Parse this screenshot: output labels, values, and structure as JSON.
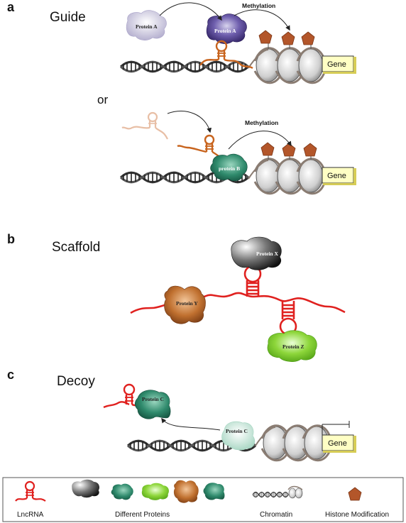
{
  "panels": {
    "a": {
      "letter": "a",
      "title": "Guide",
      "or": "or",
      "methylation_1": "Methylation",
      "methylation_2": "Methylation",
      "protein_a_1": "Protein A",
      "protein_a_2": "Protein A",
      "protein_b": "protein B",
      "gene_1": "Gene",
      "gene_2": "Gene"
    },
    "b": {
      "letter": "b",
      "title": "Scaffold",
      "protein_x": "Protein X",
      "protein_y": "Protein Y",
      "protein_z": "Protein Z"
    },
    "c": {
      "letter": "c",
      "title": "Decoy",
      "protein_c_1": "Protein C",
      "protein_c_2": "Protein C",
      "gene": "Gene"
    }
  },
  "legend": {
    "lncrna": "LncRNA",
    "proteins": "Different Proteins",
    "chromatin": "Chromatin",
    "histone": "Histone Modification"
  },
  "colors": {
    "lncrna_red": "#e0211f",
    "lncrna_orange": "#c8641e",
    "pentagon": "#b3562a",
    "dna": "#333333",
    "gene_box": "#ffffc4",
    "protein_green": "#2a7a64",
    "protein_lime": "#70c41c",
    "protein_copper": "#b8622a",
    "protein_purple": "#3b2a7a"
  }
}
